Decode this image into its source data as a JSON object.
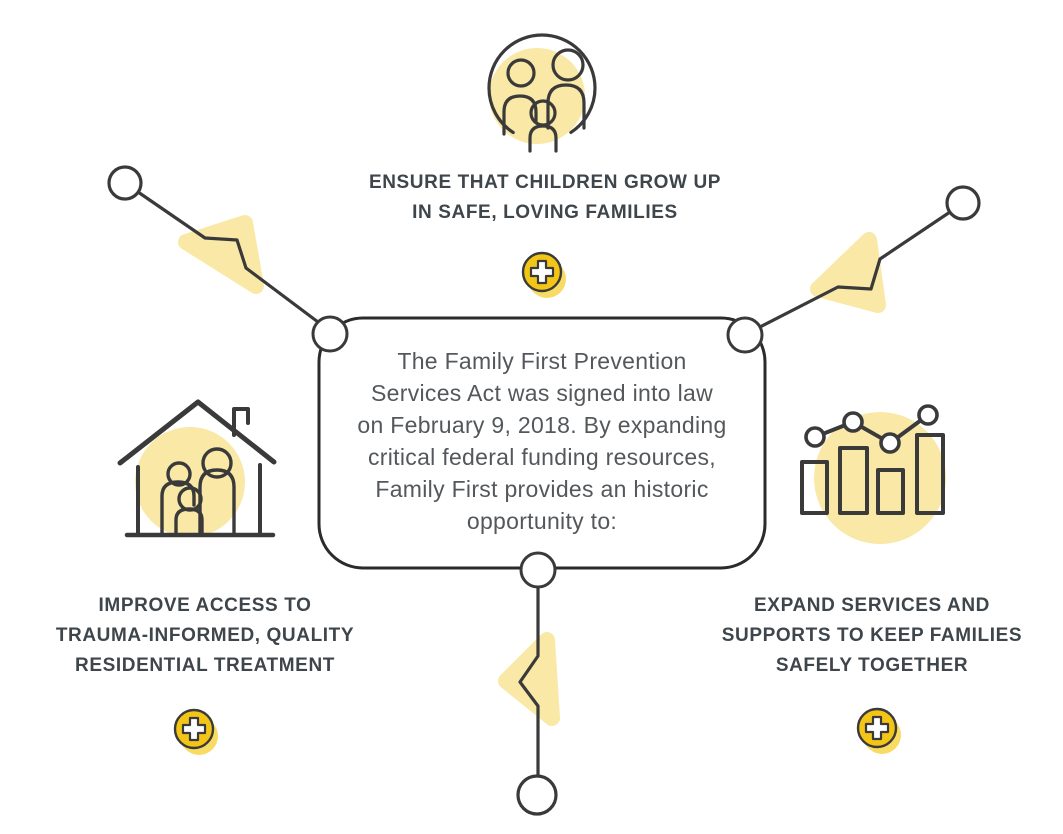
{
  "palette": {
    "accent_gold": "#F3C516",
    "accent_gold_soft": "#F8DB63",
    "pale_yellow": "#FAE8A6",
    "line_dark": "#3A3A3A",
    "heading_text": "#3F464B",
    "body_text": "#54585B",
    "card_border": "#2B2B2B"
  },
  "center_card": {
    "lines": [
      "The Family First Prevention",
      "Services Act was signed into law",
      "on February 9, 2018. By expanding",
      "critical federal funding resources,",
      "Family First provides an historic",
      "opportunity to:"
    ]
  },
  "nodes": {
    "top": {
      "icon": "family-circle-icon",
      "label_lines": [
        "ENSURE THAT CHILDREN GROW UP",
        "IN SAFE, LOVING FAMILIES"
      ],
      "expand_icon": "plus-icon"
    },
    "left": {
      "icon": "house-family-icon",
      "label_lines": [
        "IMPROVE ACCESS TO",
        "TRAUMA-INFORMED, QUALITY",
        "RESIDENTIAL TREATMENT"
      ],
      "expand_icon": "plus-icon"
    },
    "right": {
      "icon": "bar-chart-icon",
      "label_lines": [
        "EXPAND SERVICES AND",
        "SUPPORTS TO KEEP FAMILIES",
        "SAFELY TOGETHER"
      ],
      "expand_icon": "plus-icon"
    }
  }
}
